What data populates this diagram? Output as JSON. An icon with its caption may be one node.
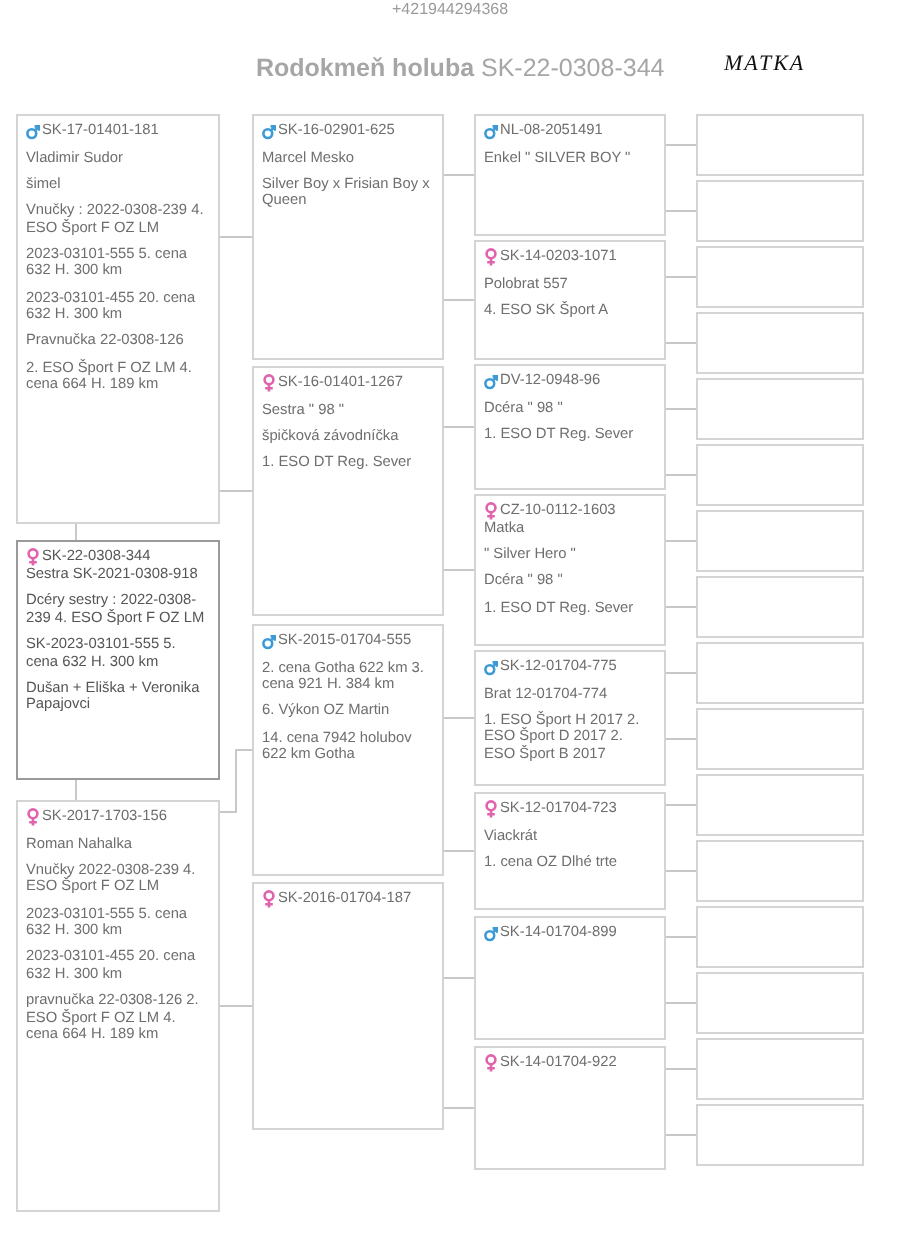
{
  "diagram": {
    "title": "**Rodokmeň holuba** SK-22-0308-344",
    "nodes": [
      {
        "text": [
          "SK-17-01401-181",
          "Vladimir Sudor",
          "šimel",
          "Vnučky : 2022-0308-239 4. ESO Šport F OZ LM",
          "2023-03101-555 5. cena 632 H. 300 km",
          "2023-03101-455 20. cena 632 H. 300 km",
          "Pravnučka 22-0308-126",
          "2. ESO Šport F OZ LM 4. cena 664 H. 189 km"
        ]
      },
      {
        "text": [
          "SK-22-0308-344",
          "Sestra SK-2021-0308-918",
          "Dcéry sestry : 2022-0308-239 4. ESO Šport F OZ LM",
          "SK-2023-03101-555 5. cena 632 H. 300 km",
          "Dušan + Eliška + Veronika Papajovci"
        ]
      },
      {
        "text": [
          "SK-2017-1703-156",
          "Roman Nahalka",
          "Vnučky 2022-0308-239 4. ESO Šport F OZ LM",
          "2023-03101-555 5. cena 632 H. 300 km",
          "2023-03101-455 20. cena 632 H. 300 km",
          "pravnučka 22-0308-126 2. ESO Šport F OZ LM 4. cena 664 H. 189 km"
        ]
      },
      {
        "text": [
          "SK-16-02901-625",
          "Marcel Mesko",
          "Silver Boy x Frisian Boy x Queen"
        ]
      },
      {
        "text": [
          "SK-16-01401-1267",
          "Sestra \" 98 \"",
          "špičková závodníčka",
          "1. ESO DT Reg. Sever"
        ]
      },
      {
        "text": [
          "SK-2015-01704-555",
          "2. cena Gotha 622 km 3. cena 921 H. 384 km",
          "6. Výkon OZ Martin",
          "14. cena 7942 holubov 622 km Gotha"
        ]
      },
      {
        "text": [
          "SK-2016-01704-187"
        ]
      },
      {
        "text": [
          "NL-08-2051491",
          "Enkel \" SILVER BOY \""
        ]
      },
      {
        "text": [
          "SK-14-0203-1071",
          "Polobrat 557",
          "4. ESO SK Šport A"
        ]
      },
      {
        "text": [
          "DV-12-0948-96",
          "Dcéra \" 98 \"",
          "1. ESO DT Reg. Sever"
        ]
      },
      {
        "text": [
          "CZ-10-0112-1603",
          "Matka",
          "\" Silver Hero \"",
          "Dcéra \" 98 \"",
          "1. ESO DT Reg. Sever"
        ]
      },
      {
        "text": [
          "SK-12-01704-775",
          "Brat 12-01704-774",
          "1. ESO Šport H 2017 2. ESO Šport D 2017 2. ESO Šport B 2017"
        ]
      },
      {
        "text": [
          "SK-12-01704-723",
          "Viackrát",
          "1. cena OZ Dlhé trte"
        ]
      },
      {
        "text": [
          "SK-14-01704-899"
        ]
      },
      {
        "text": [
          "SK-14-01704-922"
        ]
      },
      {
        "text": [],
        "shape": "box"
      },
      {
        "text": [],
        "shape": "box"
      },
      {
        "text": [],
        "shape": "box"
      },
      {
        "text": [],
        "shape": "box"
      },
      {
        "text": [],
        "shape": "box"
      },
      {
        "text": [],
        "shape": "box"
      },
      {
        "text": [],
        "shape": "box"
      },
      {
        "text": [],
        "shape": "box"
      },
      {
        "text": [],
        "shape": "box"
      },
      {
        "text": [],
        "shape": "box"
      },
      {
        "text": [],
        "shape": "box"
      },
      {
        "text": [],
        "shape": "box"
      },
      {
        "text": [],
        "shape": "box"
      },
      {
        "text": [],
        "shape": "box"
      },
      {
        "text": [],
        "shape": "box"
      },
      {
        "text": [],
        "shape": "box"
      }
    ],
    "edges": [
      {
        "from": 1,
        "to": 0,
        "arrow": "none"
      },
      {
        "from": 1,
        "to": 2,
        "arrow": "none"
      },
      {
        "from": 0,
        "to": 3,
        "arrow": "none"
      },
      {
        "from": 0,
        "to": 4,
        "arrow": "none"
      },
      {
        "from": 2,
        "to": 5,
        "arrow": "none"
      },
      {
        "from": 2,
        "to": 6,
        "arrow": "none"
      },
      {
        "from": 3,
        "to": 7,
        "arrow": "none"
      },
      {
        "from": 3,
        "to": 8,
        "arrow": "none"
      },
      {
        "from": 4,
        "to": 9,
        "arrow": "none"
      },
      {
        "from": 4,
        "to": 10,
        "arrow": "none"
      },
      {
        "from": 5,
        "to": 11,
        "arrow": "none"
      },
      {
        "from": 5,
        "to": 12,
        "arrow": "none"
      },
      {
        "from": 6,
        "to": 13,
        "arrow": "none"
      },
      {
        "from": 6,
        "to": 14,
        "arrow": "none"
      },
      {
        "from": 7,
        "to": 15,
        "arrow": "none"
      },
      {
        "from": 7,
        "to": 16,
        "arrow": "none"
      },
      {
        "from": 8,
        "to": 17,
        "arrow": "none"
      },
      {
        "from": 8,
        "to": 18,
        "arrow": "none"
      },
      {
        "from": 9,
        "to": 19,
        "arrow": "none"
      },
      {
        "from": 9,
        "to": 20,
        "arrow": "none"
      },
      {
        "from": 10,
        "to": 21,
        "arrow": "none"
      },
      {
        "from": 10,
        "to": 22,
        "arrow": "none"
      },
      {
        "from": 11,
        "to": 23,
        "arrow": "none"
      },
      {
        "from": 11,
        "to": 24,
        "arrow": "none"
      },
      {
        "from": 12,
        "to": 25,
        "arrow": "none"
      },
      {
        "from": 12,
        "to": 26,
        "arrow": "none"
      },
      {
        "from": 13,
        "to": 27,
        "arrow": "none"
      },
      {
        "from": 13,
        "to": 28,
        "arrow": "none"
      },
      {
        "from": 14,
        "to": 29,
        "arrow": "none"
      },
      {
        "from": 14,
        "to": 30,
        "arrow": "none"
      }
    ],
    "labels": [
      "+421944294368",
      "MATKA"
    ]
  }
}
